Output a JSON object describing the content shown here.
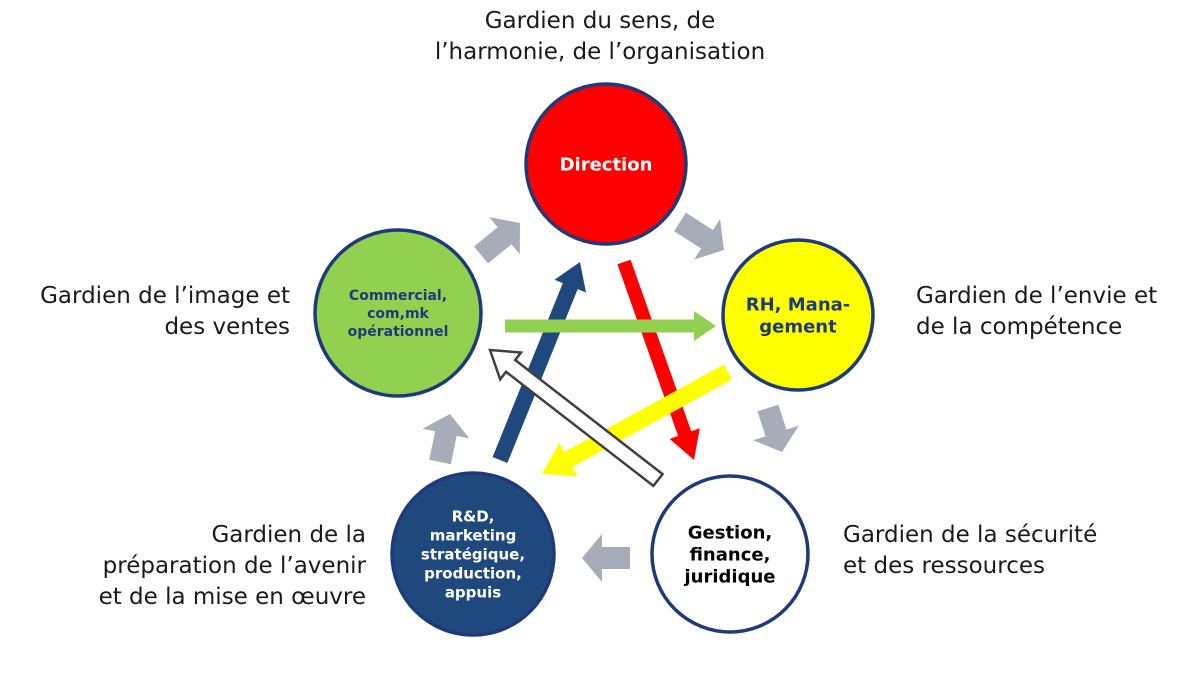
{
  "nodes": {
    "direction": {
      "lines": [
        "Direction"
      ],
      "fill": "#ff0000",
      "stroke": "#1f3a7a",
      "text_color": "#ffffff"
    },
    "rh": {
      "lines": [
        "RH, Mana-",
        "gement"
      ],
      "fill": "#ffff00",
      "stroke": "#1f3a7a",
      "text_color": "#1f3a7a"
    },
    "gestion": {
      "lines": [
        "Gestion,",
        "finance,",
        "juridique"
      ],
      "fill": "#ffffff",
      "stroke": "#1f3a7a",
      "text_color": "#000000"
    },
    "rd": {
      "lines": [
        "R&D,",
        "marketing",
        "stratégique,",
        "production,",
        "appuis"
      ],
      "fill": "#1f497d",
      "stroke": "#1f3a7a",
      "text_color": "#ffffff"
    },
    "commercial": {
      "lines": [
        "Commercial,",
        "com,mk",
        "opérationnel"
      ],
      "fill": "#92d050",
      "stroke": "#1f3a7a",
      "text_color": "#1f3a7a"
    }
  },
  "captions": {
    "top": [
      "Gardien du sens, de",
      "l’harmonie, de l’organisation"
    ],
    "left": [
      "Gardien de l’image et",
      "des ventes"
    ],
    "right": [
      "Gardien de l’envie et",
      "de la compétence"
    ],
    "bottom_left": [
      "Gardien de la",
      "préparation de l’avenir",
      "et de la mise en œuvre"
    ],
    "bottom_right": [
      "Gardien de la sécurité",
      "et des ressources"
    ]
  },
  "colors": {
    "cycle_arrow": "#a6acb8",
    "arrow_red": "#ff0000",
    "arrow_green": "#92d050",
    "arrow_yellow": "#ffff00",
    "arrow_navy": "#1f497d",
    "arrow_outline": "#404040"
  }
}
